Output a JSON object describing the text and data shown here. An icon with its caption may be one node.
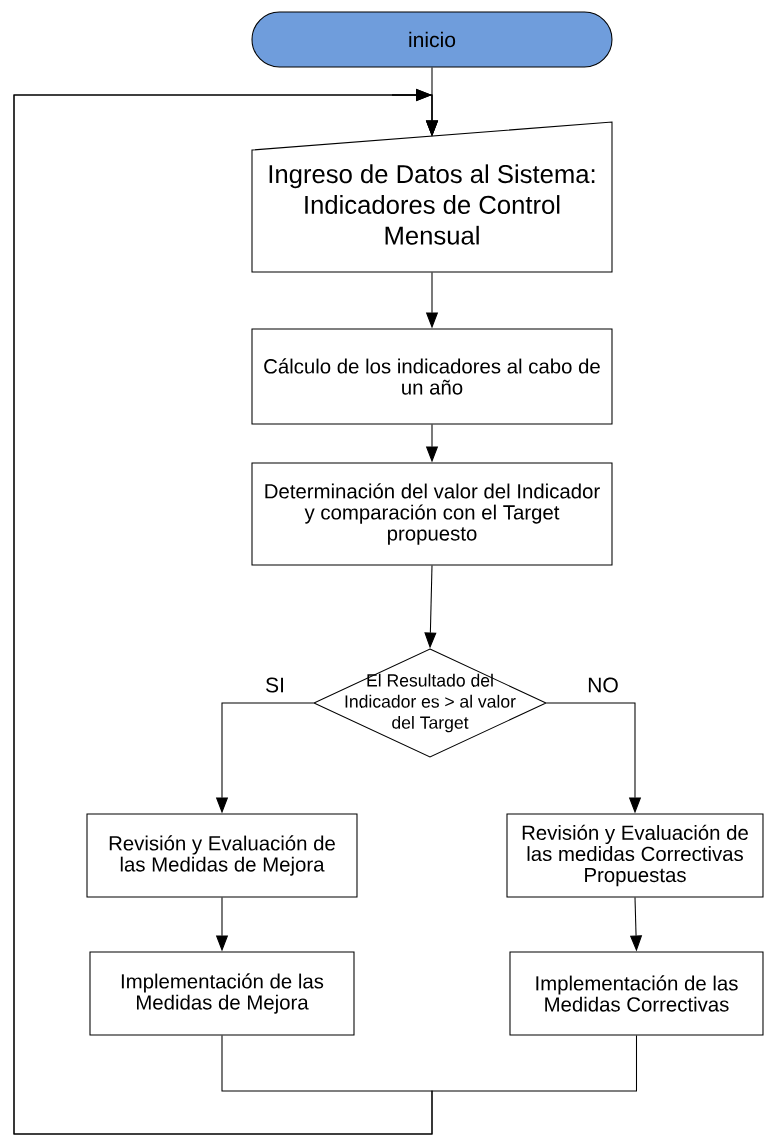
{
  "diagram": {
    "nodes": [
      {
        "text": [
          "inicio"
        ]
      },
      {
        "text": [
          "Ingreso de Datos al Sistema: Indicadores de Control Mensual"
        ]
      },
      {
        "text": [
          "Cálculo de los indicadores al cabo de un año"
        ]
      },
      {
        "text": [
          "Determinación del valor del Indicador y comparación con el Target propuesto"
        ]
      },
      {
        "text": [
          "El Resultado del Indicador es > al valor del Target"
        ]
      },
      {
        "text": [
          "Revisión y Evaluación de las Medidas de Mejora"
        ]
      },
      {
        "text": [
          "Revisión y Evaluación de las medidas Correctivas Propuestas"
        ]
      },
      {
        "text": [
          "Implementación de las Medidas de Mejora"
        ]
      },
      {
        "text": [
          "Implementación de las Medidas Correctivas"
        ]
      }
    ],
    "edges": [
      {
        "from": 0,
        "to": 1,
        "arrow": "to"
      },
      {
        "from": 1,
        "to": 2,
        "arrow": "to"
      },
      {
        "from": 2,
        "to": 3,
        "arrow": "to"
      },
      {
        "from": 3,
        "to": 4,
        "arrow": "to"
      },
      {
        "from": 4,
        "to": 5,
        "arrow": "to",
        "label": "SI"
      },
      {
        "from": 4,
        "to": 6,
        "arrow": "to",
        "label": "NO"
      },
      {
        "from": 5,
        "to": 7,
        "arrow": "to"
      },
      {
        "from": 6,
        "to": 8,
        "arrow": "to"
      },
      {
        "from": 7,
        "to": 1,
        "arrow": "to"
      },
      {
        "from": 8,
        "to": 1,
        "arrow": "to"
      }
    ]
  }
}
